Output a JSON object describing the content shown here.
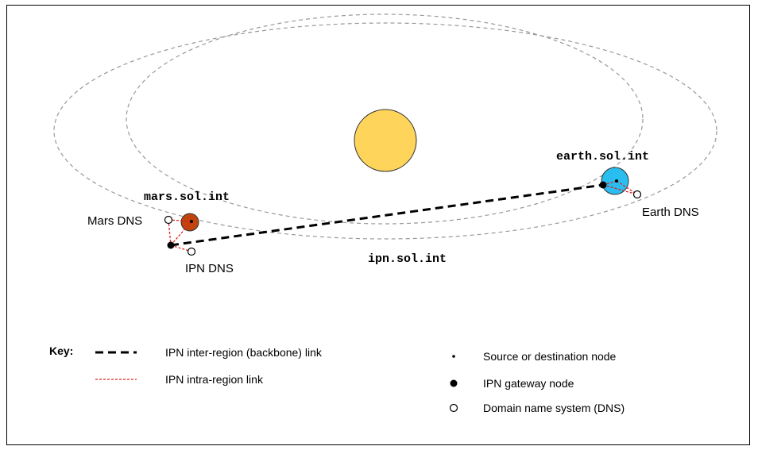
{
  "diagram": {
    "regions": {
      "earth": "earth.sol.int",
      "mars": "mars.sol.int",
      "ipn": "ipn.sol.int"
    },
    "dns_labels": {
      "earth": "Earth DNS",
      "mars": "Mars DNS",
      "ipn": "IPN DNS"
    },
    "colors": {
      "sun": "#ffd45a",
      "earth": "#29bdf0",
      "mars": "#c1440e",
      "backbone_link": "#000000",
      "intra_link": "#e02020",
      "orbit": "#999999"
    }
  },
  "key": {
    "title": "Key:",
    "items": {
      "backbone": "IPN inter-region (backbone) link",
      "intra": "IPN intra-region link",
      "source": "Source or destination node",
      "gateway": "IPN gateway node",
      "dns": "Domain name system (DNS)"
    }
  }
}
